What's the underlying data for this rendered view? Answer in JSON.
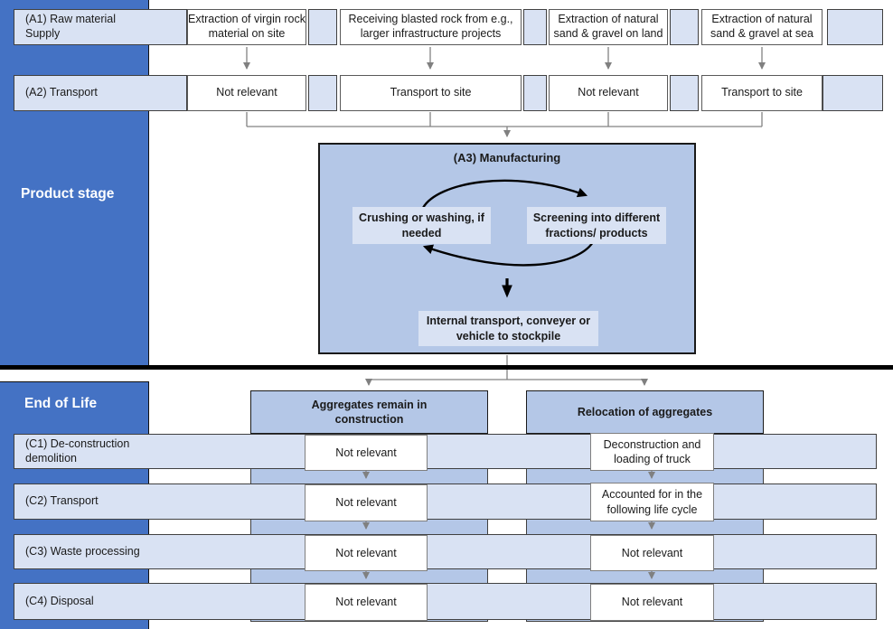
{
  "colors": {
    "accent_blue": "#4472c4",
    "medium_blue": "#b4c7e7",
    "light_blue": "#d9e2f3",
    "arrow_gray": "#808080",
    "divider_black": "#000000"
  },
  "sidebar": {
    "product_stage": "Product stage",
    "end_of_life": "End of Life"
  },
  "product_stage": {
    "a1": {
      "label": "(A1) Raw material Supply",
      "cells": [
        "Extraction of virgin rock material on site",
        "Receiving blasted rock from e.g., larger infrastructure projects",
        "Extraction of natural sand & gravel on land",
        "Extraction of natural sand & gravel at sea"
      ]
    },
    "a2": {
      "label": "(A2) Transport",
      "cells": [
        "Not relevant",
        "Transport to site",
        "Not relevant",
        "Transport to site"
      ]
    },
    "a3": {
      "title": "(A3) Manufacturing",
      "steps": {
        "crushing": "Crushing or washing, if needed",
        "screening": "Screening into different fractions/ products",
        "internal_transport": "Internal transport, conveyer or vehicle to stockpile"
      }
    }
  },
  "end_of_life": {
    "column_headers": [
      "Aggregates remain in construction",
      "Relocation of aggregates"
    ],
    "rows": [
      {
        "label": "(C1) De-construction demolition",
        "left": "Not relevant",
        "right": "Deconstruction and loading of truck"
      },
      {
        "label": "(C2) Transport",
        "left": "Not relevant",
        "right": "Accounted for in the following life cycle"
      },
      {
        "label": "(C3) Waste processing",
        "left": "Not relevant",
        "right": "Not relevant"
      },
      {
        "label": "(C4) Disposal",
        "left": "Not relevant",
        "right": "Not relevant"
      }
    ]
  }
}
